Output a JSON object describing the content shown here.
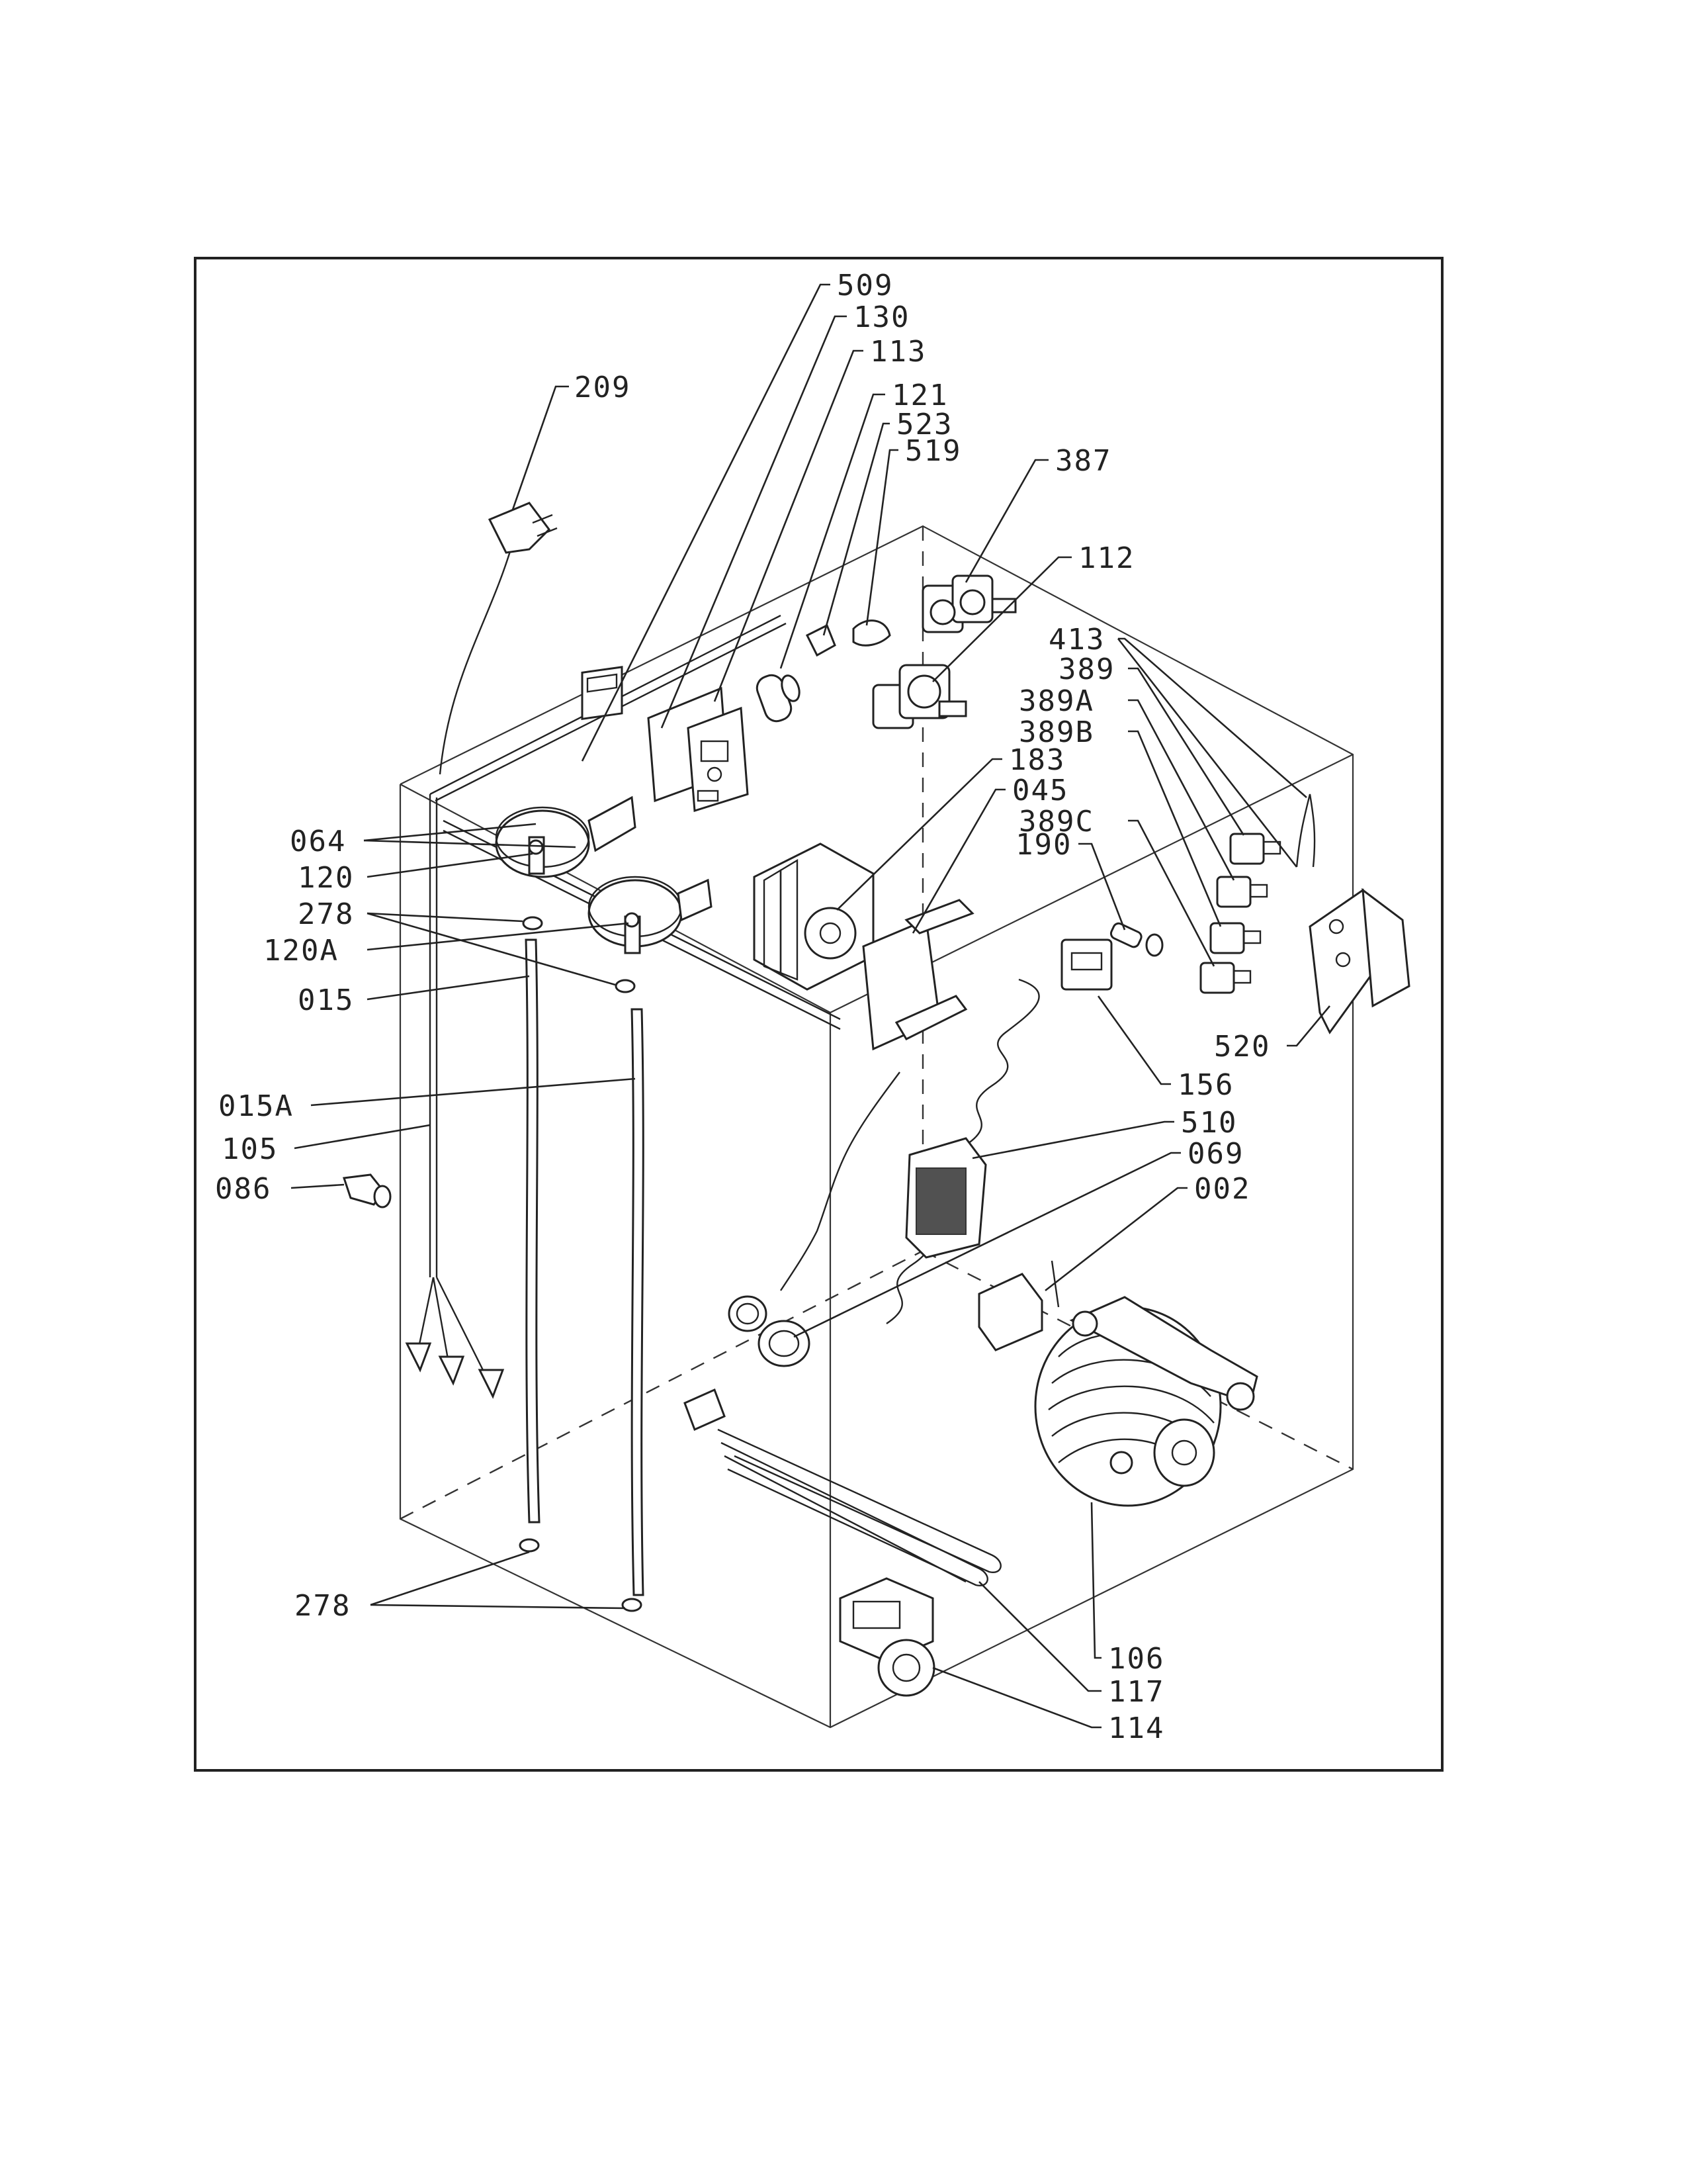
{
  "callouts": {
    "c509": "509",
    "c130": "130",
    "c113": "113",
    "c121": "121",
    "c523": "523",
    "c519": "519",
    "c387": "387",
    "c209": "209",
    "c112": "112",
    "c413": "413",
    "c389": "389",
    "c389A": "389A",
    "c389B": "389B",
    "c183": "183",
    "c045": "045",
    "c389C": "389C",
    "c190": "190",
    "c064": "064",
    "c120": "120",
    "c278a": "278",
    "c120A": "120A",
    "c015": "015",
    "c015A": "015A",
    "c105": "105",
    "c086": "086",
    "c520": "520",
    "c156": "156",
    "c510": "510",
    "c069": "069",
    "c002": "002",
    "c278b": "278",
    "c106": "106",
    "c117": "117",
    "c114": "114"
  }
}
